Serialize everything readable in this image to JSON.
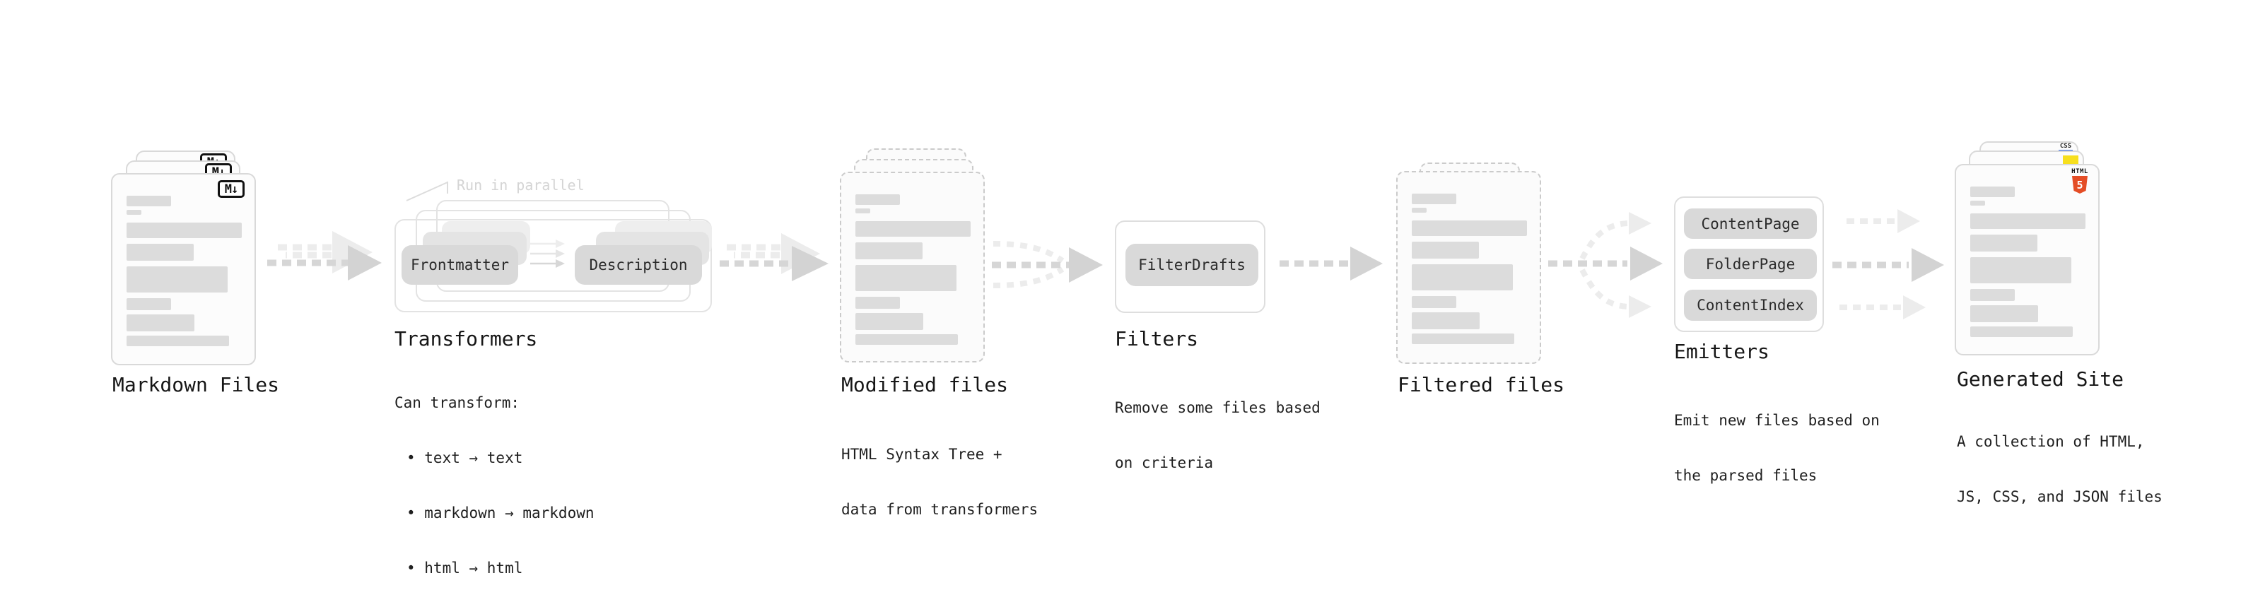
{
  "sections": {
    "markdown": {
      "title": "Markdown Files",
      "badge": "M↓"
    },
    "transformers": {
      "title": "Transformers",
      "callout": "Run in parallel",
      "pills": [
        "Frontmatter",
        "Description"
      ],
      "desc_heading": "Can transform:",
      "bullets": [
        "• text → text",
        "• markdown → markdown",
        "• html → html"
      ]
    },
    "modified": {
      "title": "Modified files",
      "desc": [
        "HTML Syntax Tree +",
        "data from transformers"
      ]
    },
    "filters": {
      "title": "Filters",
      "pill": "FilterDrafts",
      "desc": [
        "Remove some files based",
        "on criteria"
      ]
    },
    "filtered": {
      "title": "Filtered files"
    },
    "emitters": {
      "title": "Emitters",
      "pills": [
        "ContentPage",
        "FolderPage",
        "ContentIndex"
      ],
      "desc": [
        "Emit new files based on",
        "the parsed files"
      ]
    },
    "generated": {
      "title": "Generated Site",
      "desc": [
        "A collection of HTML,",
        "JS, CSS, and JSON files"
      ],
      "badges": {
        "css": "CSS",
        "html_label": "HTML",
        "html_number": "5"
      }
    }
  },
  "colors": {
    "html5_orange": "#e44d26",
    "js_yellow": "#f7df1e",
    "css_blue": "#2965f1",
    "arrow_dark": "#d6d6d6",
    "arrow_light": "#ececec",
    "pill_gray": "#d9d9d9",
    "text_dark": "#161616"
  }
}
